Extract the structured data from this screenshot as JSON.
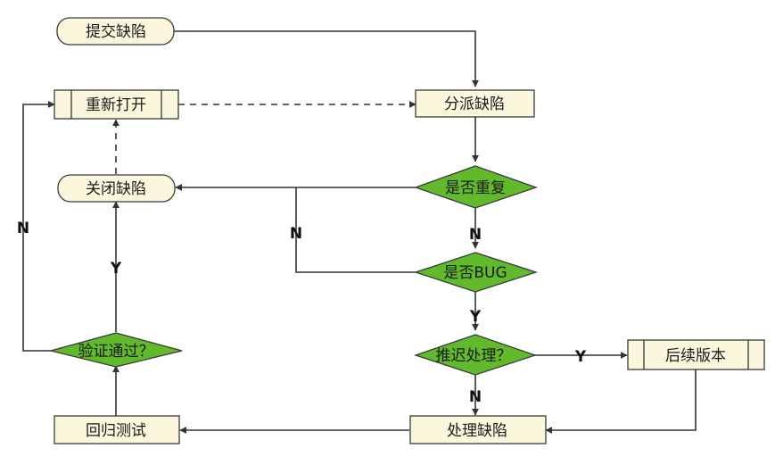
{
  "nodes": {
    "submit": "提交缺陷",
    "assign": "分派缺陷",
    "reopen": "重新打开",
    "close": "关闭缺陷",
    "duplicate": "是否重复",
    "is_bug": "是否BUG",
    "defer": "推迟处理？",
    "later_version": "后续版本",
    "verify": "验证通过？",
    "regression": "回归测试",
    "handle": "处理缺陷"
  },
  "edges": {
    "dup_no": "N",
    "bug_no": "N",
    "bug_yes": "Y",
    "defer_yes": "Y",
    "defer_no": "N",
    "verify_yes": "Y",
    "verify_no": "N"
  },
  "colors": {
    "box_fill": "#fbf7dd",
    "decision_fill": "#61b92c",
    "stroke": "#333333"
  }
}
